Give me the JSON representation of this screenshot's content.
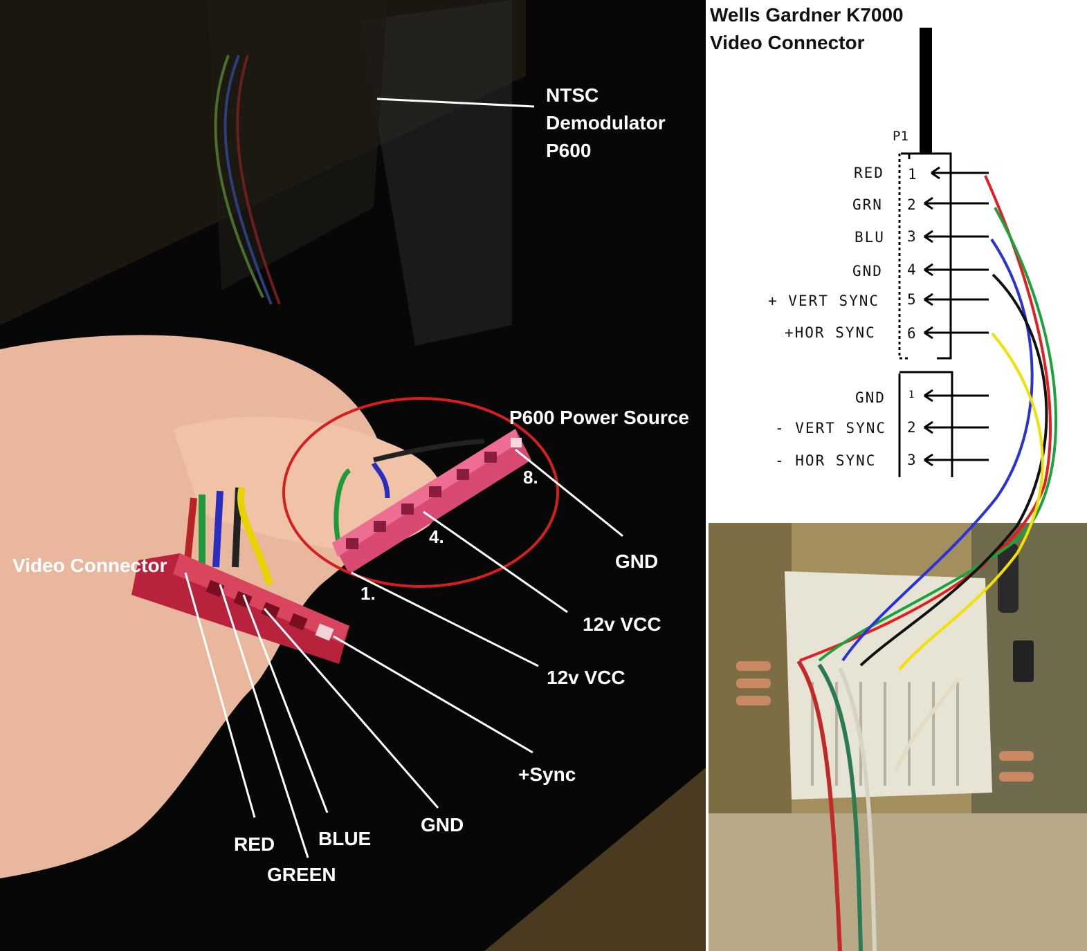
{
  "labels": {
    "ntsc": [
      "NTSC",
      "Demodulator",
      "P600"
    ],
    "power_source": "P600 Power Source",
    "pin8": "8.",
    "pin4": "4.",
    "pin1": "1.",
    "gnd_right": "GND",
    "vcc_a": "12v VCC",
    "vcc_b": "12v VCC",
    "video_connector": "Video Connector",
    "sync": "+Sync",
    "gnd_bottom": "GND",
    "red": "RED",
    "green": "GREEN",
    "blue": "BLUE"
  },
  "schematic": {
    "title": [
      "Wells Gardner K7000",
      "Video Connector"
    ],
    "connector_name": "P1",
    "pins_top": [
      {
        "name": "RED",
        "num": "1"
      },
      {
        "name": "GRN",
        "num": "2"
      },
      {
        "name": "BLU",
        "num": "3"
      },
      {
        "name": "GND",
        "num": "4"
      },
      {
        "name": "+ VERT SYNC",
        "num": "5"
      },
      {
        "name": "+HOR SYNC",
        "num": "6"
      }
    ],
    "pins_bottom": [
      {
        "name": "GND",
        "num": "1"
      },
      {
        "name": "- VERT SYNC",
        "num": "2"
      },
      {
        "name": "- HOR SYNC",
        "num": "3"
      }
    ]
  },
  "colors": {
    "red_wire": "#e41e1e",
    "green_wire": "#1aa33c",
    "blue_wire": "#2832d8",
    "black_wire": "#111111",
    "yellow_wire": "#f2e100",
    "circle": "#d41f1f",
    "connector": "#c8334a"
  }
}
